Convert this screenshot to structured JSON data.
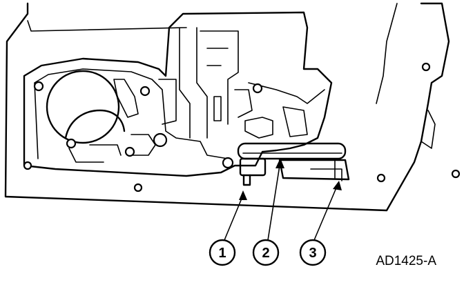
{
  "callouts": [
    {
      "label": "1"
    },
    {
      "label": "2"
    },
    {
      "label": "3"
    }
  ],
  "figure_id": "AD1425-A"
}
